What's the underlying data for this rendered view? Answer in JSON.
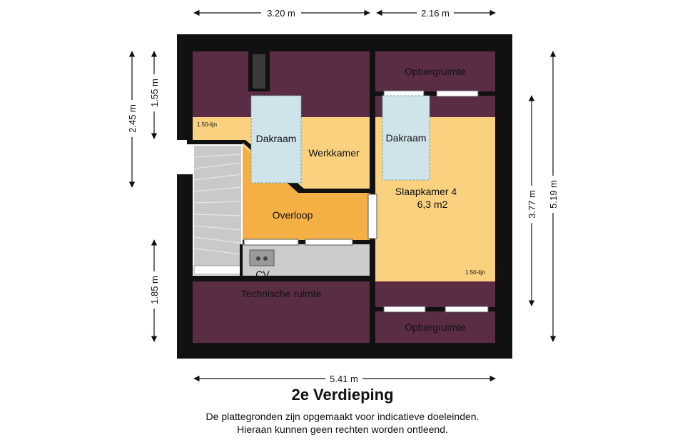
{
  "title": "2e Verdieping",
  "disclaimer": {
    "line1": "De plattegronden zijn opgemaakt voor indicatieve doeleinden.",
    "line2": "Hieraan kunnen geen rechten worden ontleend."
  },
  "rooms": {
    "opberg_top": "Opbergruimte",
    "opberg_bottom": "Opbergruimte",
    "dakraam_left": "Dakraam",
    "dakraam_right": "Dakraam",
    "werkkamer": "Werkkamer",
    "slaapkamer_name": "Slaapkamer 4",
    "slaapkamer_area": "6,3 m2",
    "overloop": "Overloop",
    "cv": "CV",
    "technische": "Technische ruimte",
    "lijn_left": "1.50-lijn",
    "lijn_right": "1.50-lijn"
  },
  "dimensions": {
    "top_left": "3.20 m",
    "top_right": "2.16 m",
    "bottom": "5.41 m",
    "left_outer": "2.45 m",
    "left_inner_top": "1.55 m",
    "left_inner_bottom": "1.85 m",
    "right_inner": "3.77 m",
    "right_outer": "5.19 m"
  },
  "colors": {
    "wall": "#111111",
    "eave": "#5b2d45",
    "room_yellow": "#fad27f",
    "overloop_orange": "#f4b044",
    "dakraam_blue": "#cfe3ea",
    "stair_grey": "#c9c9c9",
    "cv_grey": "#cccccc"
  }
}
